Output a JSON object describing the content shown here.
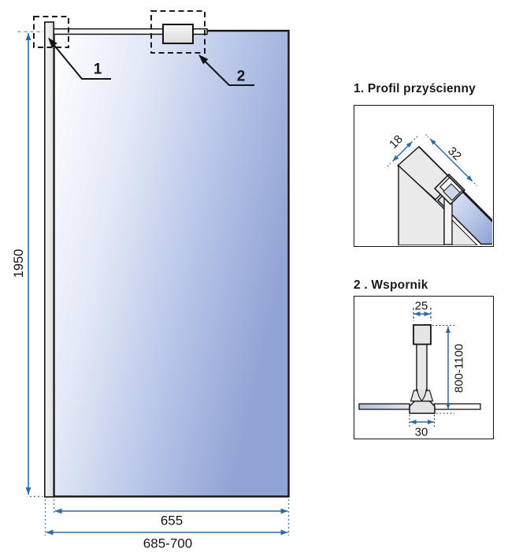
{
  "main_view": {
    "callout_1_label": "1",
    "callout_2_label": "2",
    "height_dim": "1950",
    "glass_width_dim": "655",
    "total_width_dim": "685-700"
  },
  "detail_1": {
    "title": "1.  Profil przyścienny",
    "depth_dim": "18",
    "width_dim": "32"
  },
  "detail_2": {
    "title": "2 . Wspornik",
    "top_width_dim": "25",
    "length_dim": "800-1100",
    "base_width_dim": "30"
  },
  "colors": {
    "dimension_blue": "#2d6ca3",
    "outline_black": "#141414",
    "glass_tint_dark": "#92a4d5"
  }
}
